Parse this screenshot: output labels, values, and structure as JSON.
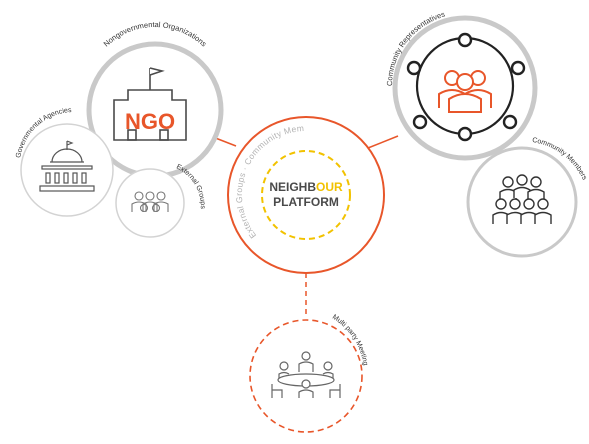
{
  "center": {
    "title_part1": "NEIGHB",
    "title_part2": "OUR",
    "title_line2": "PLATFORM",
    "ring_text": "External Groups · Community Members · NGOS · Community Representatives · Agency Stakeholders · "
  },
  "nodes": {
    "community_representatives": "Community Representatives",
    "community_members": "Community Members",
    "ngo": "Nongovernmental Organizations",
    "ngo_badge": "NGO",
    "government": "Governmental Agencies",
    "external": "External Groups",
    "meeting": "Multi party Meeting"
  },
  "colors": {
    "accent": "#e8562a",
    "gold": "#f2c200",
    "gray_ring": "#c9c9c9",
    "text_gray": "#b3b3b3",
    "dark": "#4a4a4a",
    "black": "#222222"
  }
}
